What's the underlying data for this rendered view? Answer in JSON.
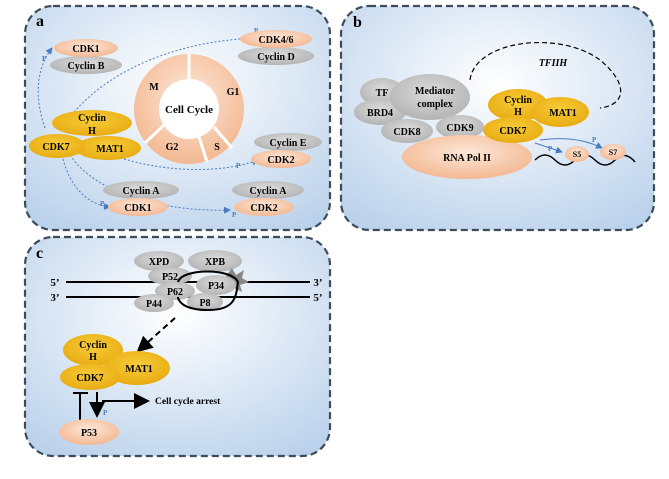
{
  "panels": {
    "a": {
      "label": "a",
      "cyclin_b": "Cyclin B",
      "cdk1_top": "CDK1",
      "cdk46": "CDK4/6",
      "cyclin_d": "Cyclin D",
      "cell_cycle": "Cell Cycle",
      "phases": [
        "M",
        "G1",
        "S",
        "G2"
      ],
      "cyclin_e": "Cyclin E",
      "cdk2_e": "CDK2",
      "cak_cyclin": "Cyclin",
      "cak_h": "H",
      "cak_cdk7": "CDK7",
      "cak_mat1": "MAT1",
      "cyclin_a1": "Cyclin A",
      "cdk1_a": "CDK1",
      "cyclin_a2": "Cyclin A",
      "cdk2_a": "CDK2",
      "p": "P"
    },
    "b": {
      "label": "b",
      "tf": "TF",
      "brd4": "BRD4",
      "mediator1": "Mediator",
      "mediator2": "complex",
      "cdk8": "CDK8",
      "cdk9": "CDK9",
      "rnapol": "RNA Pol II",
      "tfiih": "TFIIH",
      "cyclin": "Cyclin",
      "h": "H",
      "mat1": "MAT1",
      "cdk7": "CDK7",
      "s5": "S5",
      "s7": "S7",
      "p": "P"
    },
    "c": {
      "label": "c",
      "xpd": "XPD",
      "xpb": "XPB",
      "p52": "P52",
      "p62": "P62",
      "p34": "P34",
      "p44": "P44",
      "p8": "P8",
      "five_prime": "5’",
      "three_prime": "3’",
      "cyclin": "Cyclin",
      "h": "H",
      "cdk7": "CDK7",
      "mat1": "MAT1",
      "arrest": "Cell cycle arrest",
      "p53": "P53",
      "p": "P"
    }
  },
  "colors": {
    "peach": "#f6c6a6",
    "gray": "#c6c6c6",
    "gold": "#f2bb1a",
    "panel": "#cfe0f2",
    "border": "#3d4c5c",
    "arrow": "#4a7cc0"
  }
}
